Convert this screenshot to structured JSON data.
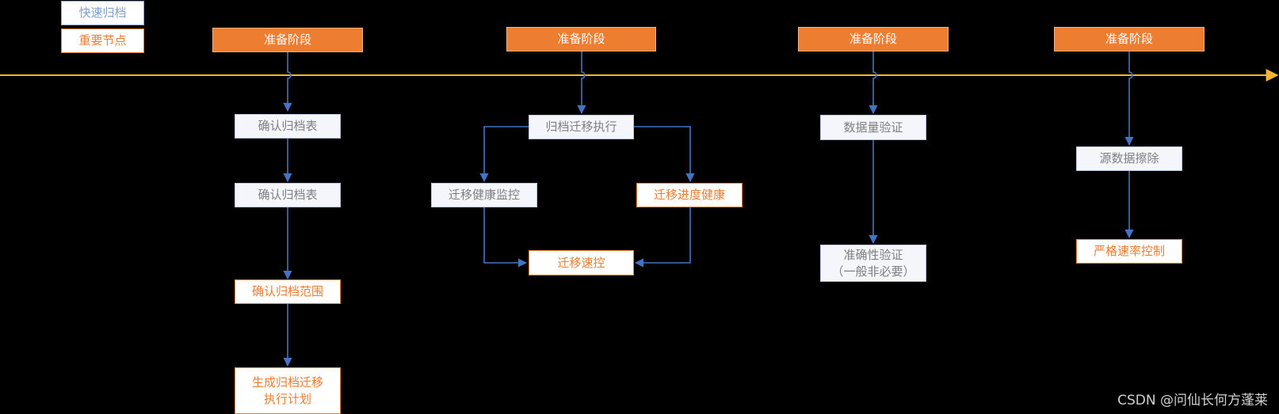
{
  "legend": {
    "fast": "快速归档",
    "key": "重要节点"
  },
  "stages": [
    "准备阶段",
    "准备阶段",
    "准备阶段",
    "准备阶段"
  ],
  "col1": {
    "confirm_table_1": "确认归档表",
    "confirm_table_2": "确认归档表",
    "confirm_scope": "确认归档范围",
    "gen_plan": "生成归档迁移\n执行计划"
  },
  "col2": {
    "exec": "归档迁移执行",
    "health_monitor": "迁移健康监控",
    "progress_health": "迁移进度健康",
    "speed_control": "迁移速控"
  },
  "col3": {
    "volume_check": "数据量验证",
    "accuracy_check": "准确性验证\n（一般非必要）"
  },
  "col4": {
    "erase": "源数据擦除",
    "rate_control": "严格速率控制"
  },
  "colors": {
    "timeline": "#F2B731",
    "connector": "#4472C4",
    "stage_fill": "#ED7D31",
    "key_border": "#ED7D31"
  },
  "watermark": "CSDN @问仙长何方蓬莱"
}
